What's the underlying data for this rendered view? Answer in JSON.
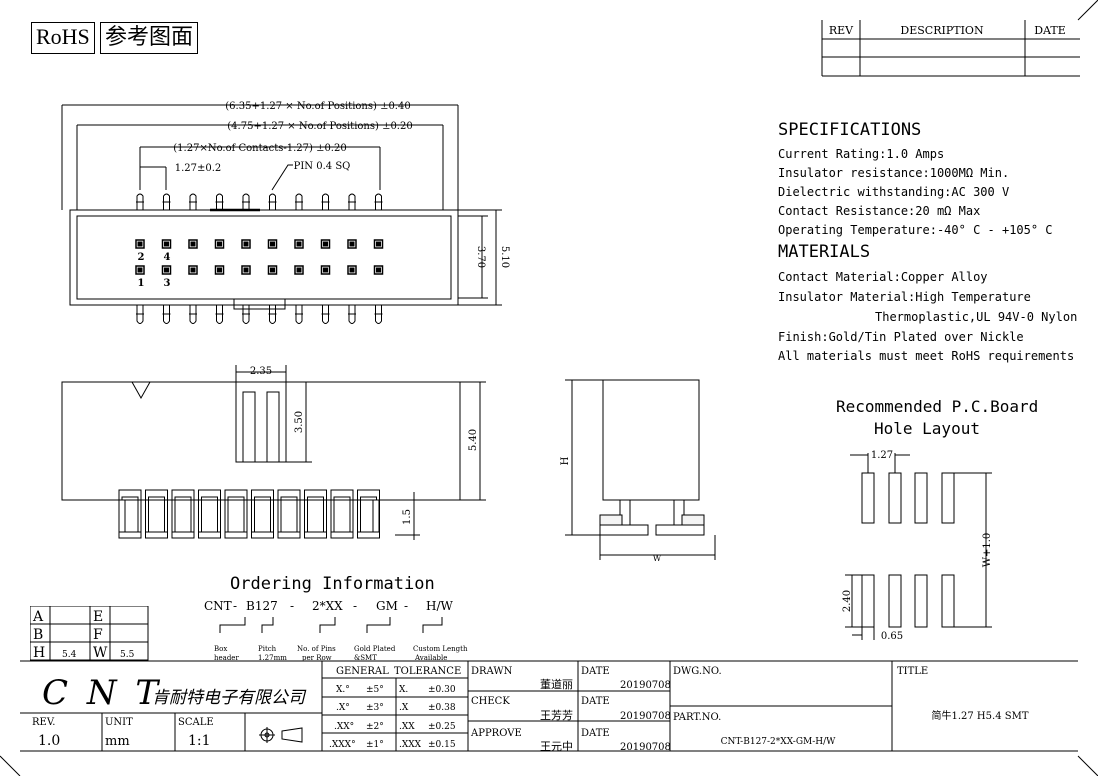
{
  "header": {
    "rohs_label": "RoHS",
    "ref_label": "参考图面",
    "rev_table": {
      "rev": "REV",
      "description": "DESCRIPTION",
      "date": "DATE"
    }
  },
  "dimensions": {
    "overall_length": "(6.35+1.27 × No.of Positions) ±0.40",
    "body_length": "(4.75+1.27 × No.of Positions) ±0.20",
    "contact_span": "(1.27×No.of Contacts-1.27) ±0.20",
    "pitch": "1.27±0.2",
    "pin_size": "PIN 0.4 SQ",
    "inner_height": "3.70",
    "outer_height": "5.10",
    "key_width": "2.35",
    "key_height": "3.50",
    "body_height": "5.40",
    "pin_height": "1.5",
    "side_h": "H",
    "side_w": "W",
    "pcb_pitch": "1.27",
    "pcb_span": "W+1.0",
    "pcb_row_gap": "2.40",
    "pcb_hole": "0.65",
    "pin_numbers": [
      "2",
      "4",
      "1",
      "3"
    ]
  },
  "specifications": {
    "title": "SPECIFICATIONS",
    "lines": [
      "Current Rating:1.0 Amps",
      "Insulator resistance:1000MΩ  Min.",
      "Dielectric withstanding:AC 300 V",
      "Contact Resistance:20 mΩ  Max",
      "Operating Temperature:-40° C - +105° C"
    ]
  },
  "materials": {
    "title": "MATERIALS",
    "lines": [
      "Contact Material:Copper Alloy",
      "Insulator Material:High Temperature",
      "Thermoplastic,UL 94V-0 Nylon",
      "Finish:Gold/Tin Plated over Nickle",
      "All materials must meet RoHS requirements"
    ]
  },
  "pcb_layout": {
    "title_line1": "Recommended P.C.Board",
    "title_line2": "Hole Layout"
  },
  "ordering": {
    "title": "Ordering Information",
    "code_parts": [
      "CNT",
      "-",
      "B127",
      "-",
      "2*XX",
      "-",
      "GM",
      "-",
      "H/W"
    ],
    "labels": [
      [
        "Box",
        "header"
      ],
      [
        "Pitch",
        "1.27mm"
      ],
      [
        "No. of Pins",
        "per Row"
      ],
      [
        "Gold Plated",
        "&SMT"
      ],
      [
        "Custom Length",
        "Available"
      ]
    ]
  },
  "size_table": {
    "rows": [
      [
        "A",
        "",
        "E",
        ""
      ],
      [
        "B",
        "",
        "F",
        ""
      ],
      [
        "H",
        "5.4",
        "W",
        "5.5"
      ]
    ]
  },
  "title_block": {
    "company_logo": "C N T",
    "company_name": "肯耐特电子有限公司",
    "rev_label": "REV.",
    "rev_value": "1.0",
    "unit_label": "UNIT",
    "unit_value": "mm",
    "scale_label": "SCALE",
    "scale_value": "1:1",
    "tolerance_header": [
      "GENERAL",
      "TOLERANCE"
    ],
    "tolerance_rows": [
      [
        "X.°",
        "±5°",
        "X.",
        "±0.30"
      ],
      [
        ".X°",
        "±3°",
        ".X",
        "±0.38"
      ],
      [
        ".XX°",
        "±2°",
        ".XX",
        "±0.25"
      ],
      [
        ".XXX°",
        "±1°",
        ".XXX",
        "±0.15"
      ]
    ],
    "drawn_label": "DRAWN",
    "drawn_name": "董道丽",
    "check_label": "CHECK",
    "check_name": "王芳芳",
    "approve_label": "APPROVE",
    "approve_name": "王元中",
    "date_label": "DATE",
    "date_value": "20190708",
    "dwg_label": "DWG.NO.",
    "part_label": "PART.NO.",
    "part_value": "CNT-B127-2*XX-GM-H/W",
    "title_label": "TITLE",
    "title_value": "简牛1.27 H5.4 SMT"
  }
}
